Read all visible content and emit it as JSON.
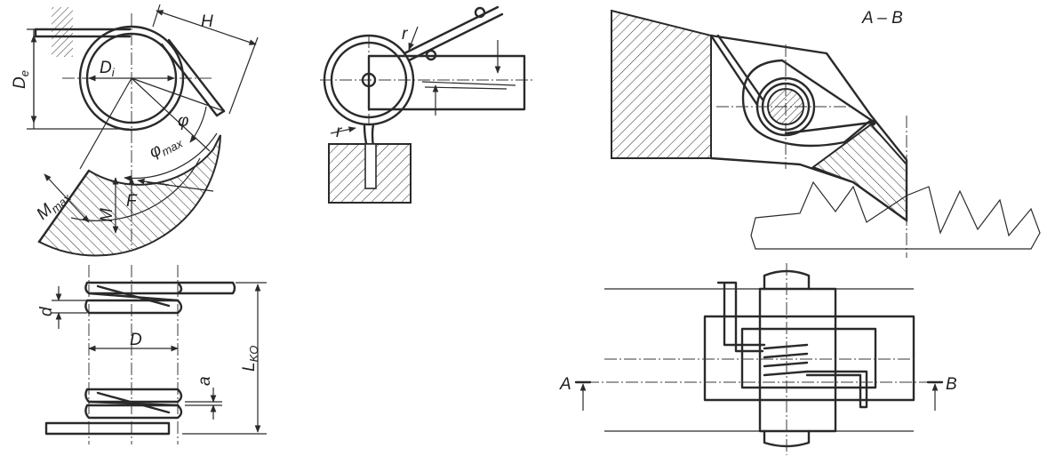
{
  "labels": {
    "De": "D",
    "De_sub": "e",
    "H": "H",
    "Di": "D",
    "Di_sub": "i",
    "phi": "φ",
    "phi_max": "φ",
    "phi_max_sub": "max",
    "M_max": "M",
    "M_max_sub": "max",
    "M": "M",
    "F": "F",
    "d": "d",
    "D": "D",
    "a": "a",
    "Lk0": "L",
    "Lk0_sub": "KO",
    "r_top": "r",
    "r_bottom": "r",
    "section_title": "A – B",
    "A": "A",
    "B": "B"
  },
  "colors": {
    "ink": "#2a2a2a",
    "background": "#ffffff"
  }
}
